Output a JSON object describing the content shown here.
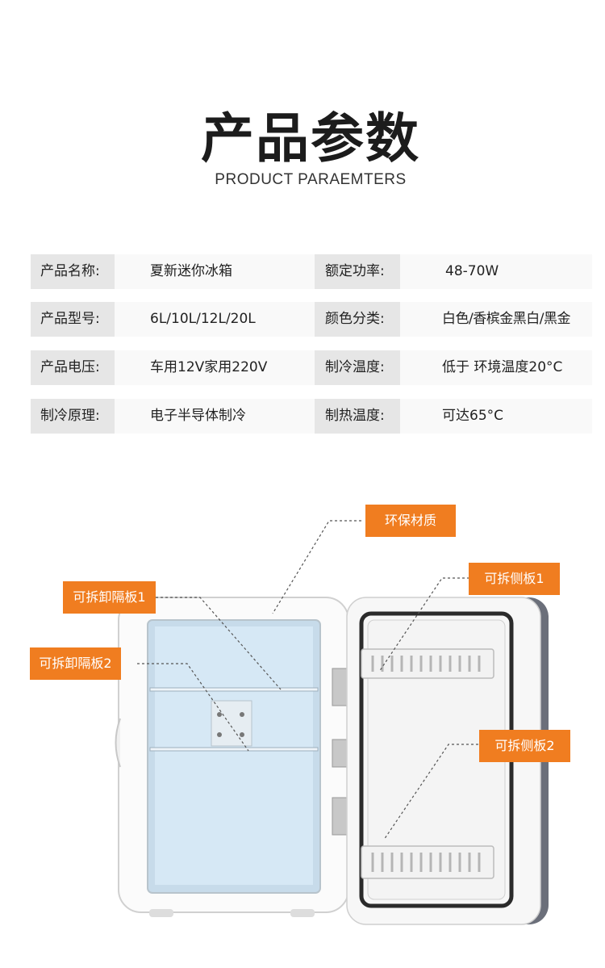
{
  "header": {
    "title": "产品参数",
    "subtitle": "PRODUCT PARAEMTERS"
  },
  "specs": [
    {
      "label1": "产品名称:",
      "value1": "夏新迷你冰箱",
      "label2": "额定功率:",
      "value2": "48-70W"
    },
    {
      "label1": "产品型号:",
      "value1": "6L/10L/12L/20L",
      "label2": "颜色分类:",
      "value2": "白色/香槟金黑白/黑金"
    },
    {
      "label1": "产品电压:",
      "value1": "车用12V家用220V",
      "label2": "制冷温度:",
      "value2": "低于 环境温度20°C"
    },
    {
      "label1": "制冷原理:",
      "value1": "电子半导体制冷",
      "label2": "制热温度:",
      "value2": "可达65°C"
    }
  ],
  "callouts": {
    "material": "环保材质",
    "shelf1": "可拆卸隔板1",
    "shelf2": "可拆卸隔板2",
    "side1": "可拆侧板1",
    "side2": "可拆侧板2"
  },
  "colors": {
    "accent": "#f07d20",
    "label_bg": "#e6e6e6",
    "value_bg": "#f9f9f9",
    "interior": "#d6e8f5"
  }
}
